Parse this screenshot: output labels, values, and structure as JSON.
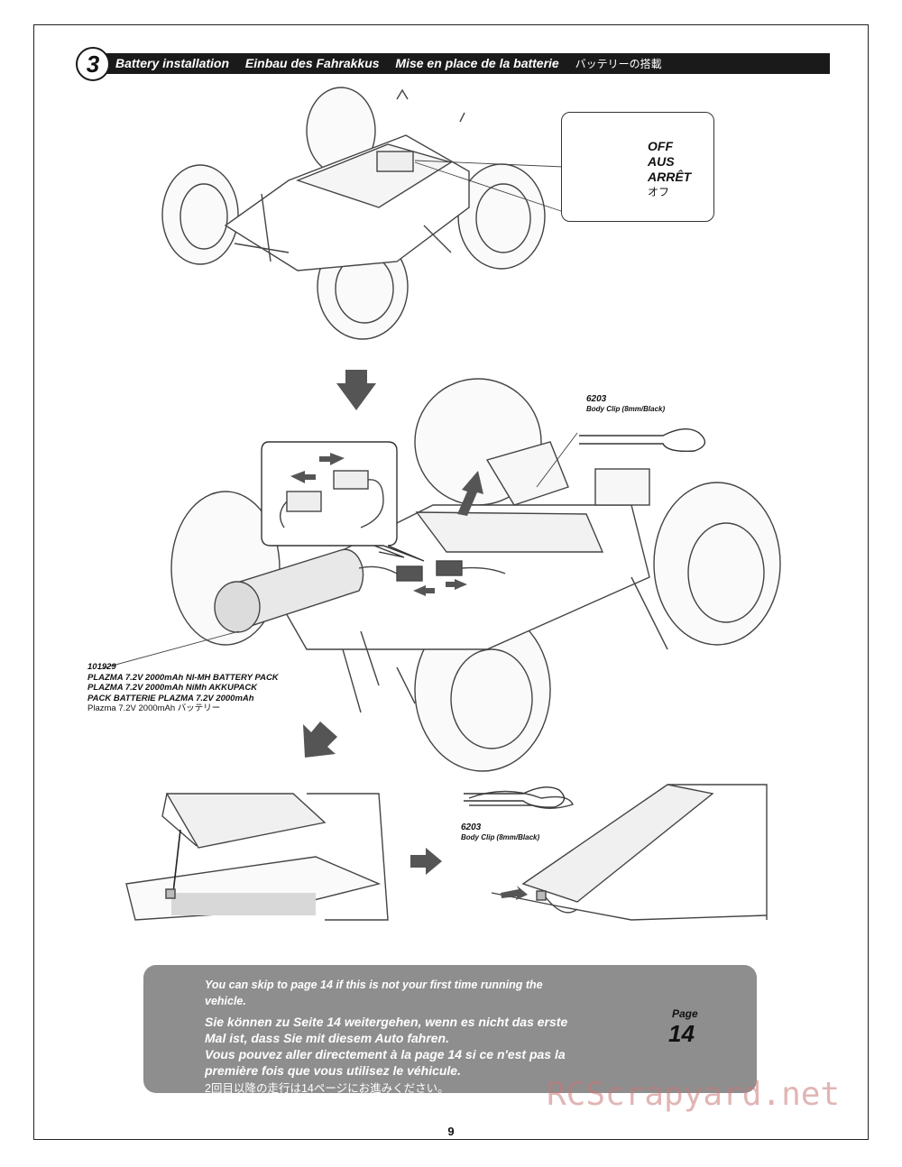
{
  "step": {
    "number": "3",
    "title_en": "Battery installation",
    "title_de": "Einbau des Fahrakkus",
    "title_fr": "Mise en place de la batterie",
    "title_jp": "バッテリーの搭載"
  },
  "switch_callout": {
    "en": "OFF",
    "de": "AUS",
    "fr": "ARRÊT",
    "jp": "オフ"
  },
  "body_clip_top": {
    "code": "6203",
    "name": "Body Clip (8mm/Black)"
  },
  "body_clip_bottom": {
    "code": "6203",
    "name": "Body Clip (8mm/Black)"
  },
  "battery": {
    "code": "101929",
    "en": "PLAZMA 7.2V 2000mAh NI-MH BATTERY PACK",
    "de": "PLAZMA 7.2V 2000mAh NiMh AKKUPACK",
    "fr": "PACK BATTERIE PLAZMA 7.2V 2000mAh",
    "jp": "Plazma 7.2V 2000mAh バッテリー"
  },
  "notice": {
    "en": "You can skip to page 14 if this is not your first time running the vehicle.",
    "de": "Sie können zu Seite 14 weitergehen, wenn es nicht das erste Mal ist, dass Sie mit diesem Auto fahren.",
    "fr": "Vous pouvez aller directement à la page 14 si ce n'est pas la première fois que vous utilisez le véhicule.",
    "jp": "2回目以降の走行は14ページにお進みください。"
  },
  "page_ref": {
    "word": "Page",
    "number": "14"
  },
  "page_number": "9",
  "watermark": "RCScrapyard.net",
  "colors": {
    "bar": "#1a1a1a",
    "notice_bg": "#8e8e8e",
    "line_art": "#333333",
    "arrow": "#555555"
  }
}
